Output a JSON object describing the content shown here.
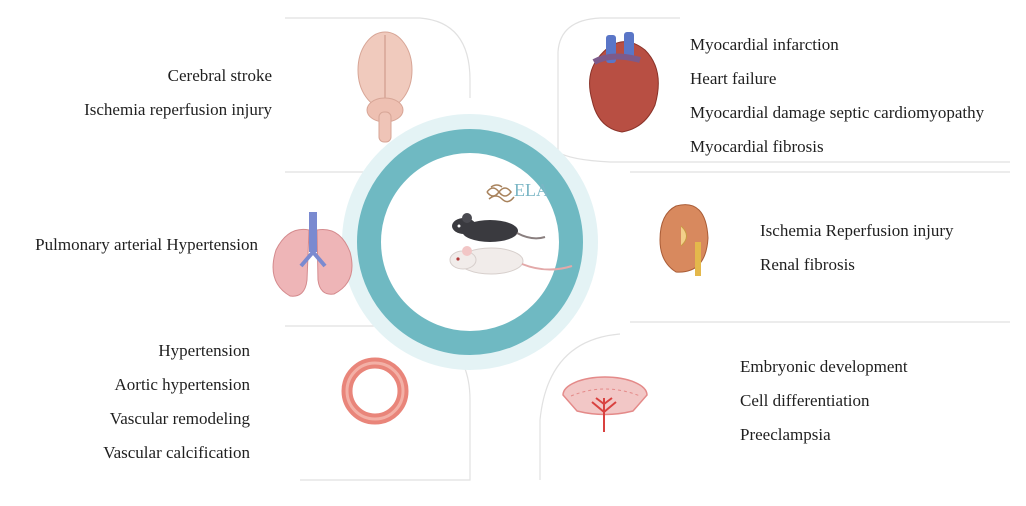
{
  "center": {
    "title": "ELA"
  },
  "colors": {
    "ring": "#6fb9c2",
    "ring_glow": "#e4f3f5",
    "separator": "#e1e1e1",
    "text": "#1f1f1f"
  },
  "sections": {
    "brain": {
      "icon": "brain-icon",
      "items": [
        "Cerebral stroke",
        "Ischemia reperfusion injury"
      ]
    },
    "heart": {
      "icon": "heart-icon",
      "items": [
        "Myocardial infarction",
        "Heart failure",
        "Myocardial damage septic cardiomyopathy",
        "Myocardial fibrosis"
      ]
    },
    "lung": {
      "icon": "lung-icon",
      "items": [
        "Pulmonary arterial Hypertension"
      ]
    },
    "kidney": {
      "icon": "kidney-icon",
      "items": [
        "Ischemia Reperfusion injury",
        "Renal fibrosis"
      ]
    },
    "vessel": {
      "icon": "vessel-icon",
      "items": [
        "Hypertension",
        "Aortic hypertension",
        "Vascular remodeling",
        "Vascular calcification"
      ]
    },
    "placenta": {
      "icon": "placenta-icon",
      "items": [
        "Embryonic development",
        "Cell differentiation",
        "Preeclampsia"
      ]
    }
  }
}
